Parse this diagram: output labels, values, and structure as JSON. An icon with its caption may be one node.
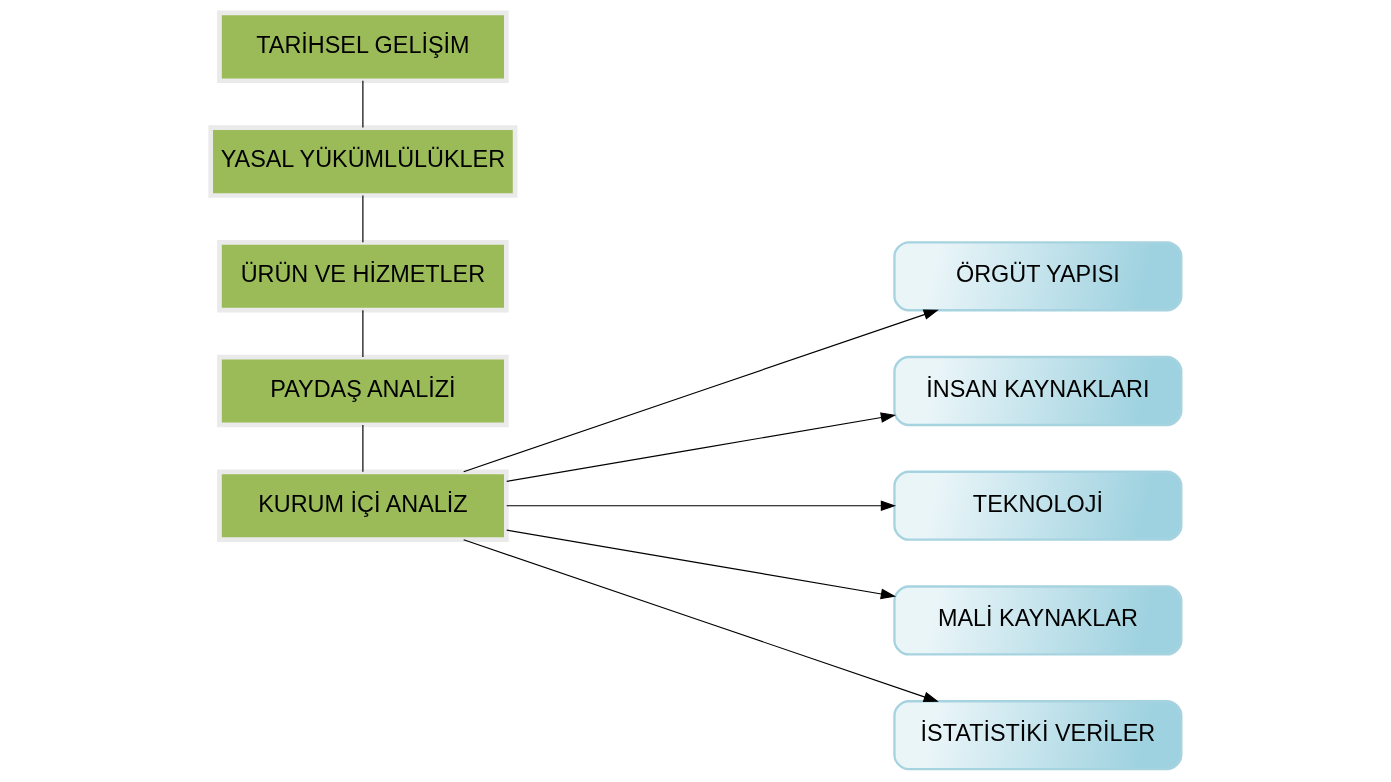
{
  "diagram": {
    "nodes": [
      {
        "text": [
          "TARİHSEL GELİŞİM"
        ]
      },
      {
        "text": [
          "YASAL YÜKÜMLÜLÜKLER"
        ]
      },
      {
        "text": [
          "ÜRÜN VE HİZMETLER"
        ]
      },
      {
        "text": [
          "PAYDAŞ ANALİZİ"
        ]
      },
      {
        "text": [
          "KURUM İÇİ ANALİZ"
        ]
      },
      {
        "text": [
          "ÖRGÜT YAPISI"
        ]
      },
      {
        "text": [
          "İNSAN KAYNAKLARI"
        ]
      },
      {
        "text": [
          "TEKNOLOJİ"
        ]
      },
      {
        "text": [
          "MALİ KAYNAKLAR"
        ]
      },
      {
        "text": [
          "İSTATİSTİKİ VERİLER"
        ]
      }
    ],
    "edges": [
      {
        "from": 0,
        "to": 1,
        "arrow": "none"
      },
      {
        "from": 1,
        "to": 2,
        "arrow": "none"
      },
      {
        "from": 2,
        "to": 3,
        "arrow": "none"
      },
      {
        "from": 3,
        "to": 4,
        "arrow": "none"
      },
      {
        "from": 4,
        "to": 5,
        "arrow": "to"
      },
      {
        "from": 4,
        "to": 6,
        "arrow": "to"
      },
      {
        "from": 4,
        "to": 7,
        "arrow": "to"
      },
      {
        "from": 4,
        "to": 8,
        "arrow": "to"
      },
      {
        "from": 4,
        "to": 9,
        "arrow": "to"
      }
    ]
  }
}
